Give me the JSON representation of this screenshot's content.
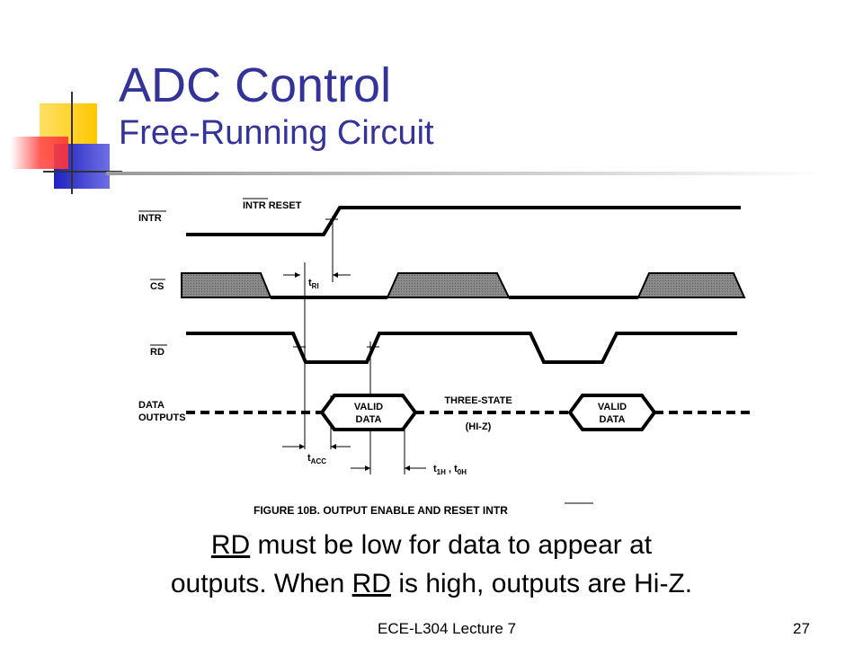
{
  "slide": {
    "title": "ADC Control",
    "subtitle": "Free-Running Circuit"
  },
  "diagram": {
    "signals": {
      "intr": "INTR",
      "cs": "CS",
      "rd": "RD",
      "data_line1": "DATA",
      "data_line2": "OUTPUTS"
    },
    "labels": {
      "intr_reset": "INTR RESET",
      "t_ri": "t",
      "t_ri_sub": "RI",
      "valid1_line1": "VALID",
      "valid1_line2": "DATA",
      "valid2_line1": "VALID",
      "valid2_line2": "DATA",
      "three_state": "THREE-STATE",
      "hi_z": "(HI-Z)",
      "t_acc": "t",
      "t_acc_sub": "ACC",
      "t_1h": "t",
      "t_1h_sub": "1H",
      "t_sep": " ,  t",
      "t_0h_sub": "0H"
    },
    "figure_caption": "FIGURE 10B.  OUTPUT ENABLE AND RESET ",
    "figure_caption_intr": "INTR"
  },
  "caption": {
    "line1_rd": "RD",
    "line1_rest": " must be low for data to appear at",
    "line2_start": "outputs. When ",
    "line2_rd": "RD",
    "line2_rest": " is high, outputs are Hi-Z."
  },
  "footer": {
    "lecture": "ECE-L304 Lecture 7",
    "page": "27"
  },
  "colors": {
    "title": "#333399",
    "deco_yellow": "#ffd200",
    "deco_blue": "#2b2bcc",
    "deco_red": "#ff3333"
  }
}
